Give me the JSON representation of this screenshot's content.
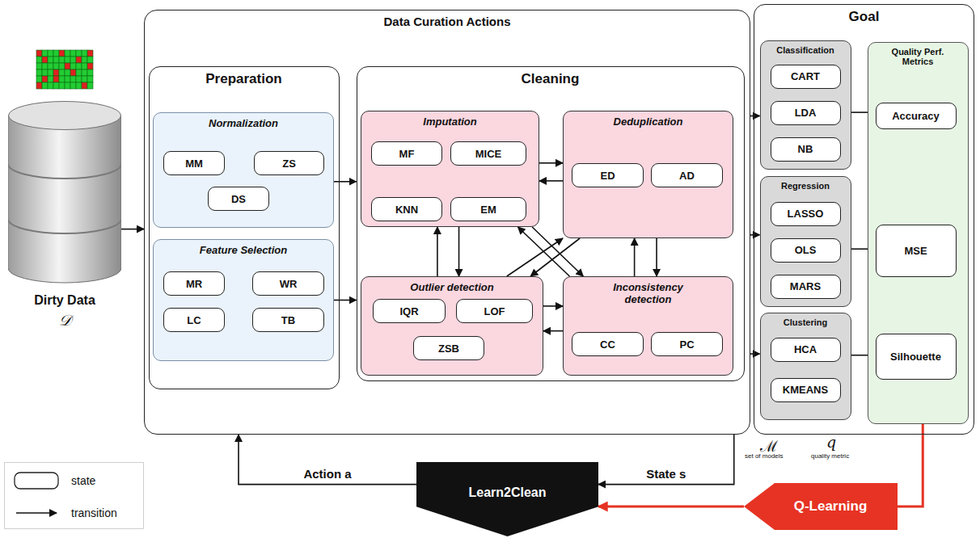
{
  "diagram": {
    "nodes": [
      {
        "text": [
          "Dirty Data",
          "𝒟"
        ]
      },
      {
        "text": [
          "Data Curation Actions"
        ]
      },
      {
        "text": [
          "Preparation"
        ],
        "in": 1
      },
      {
        "text": [
          "Normalization"
        ],
        "in": 2
      },
      {
        "text": [
          "MM"
        ],
        "in": 3
      },
      {
        "text": [
          "ZS"
        ],
        "in": 3
      },
      {
        "text": [
          "DS"
        ],
        "in": 3
      },
      {
        "text": [
          "Feature Selection"
        ],
        "in": 2
      },
      {
        "text": [
          "MR"
        ],
        "in": 7
      },
      {
        "text": [
          "WR"
        ],
        "in": 7
      },
      {
        "text": [
          "LC"
        ],
        "in": 7
      },
      {
        "text": [
          "TB"
        ],
        "in": 7
      },
      {
        "text": [
          "Cleaning"
        ],
        "in": 1
      },
      {
        "text": [
          "Imputation"
        ],
        "in": 12
      },
      {
        "text": [
          "MF"
        ],
        "in": 13
      },
      {
        "text": [
          "MICE"
        ],
        "in": 13
      },
      {
        "text": [
          "KNN"
        ],
        "in": 13
      },
      {
        "text": [
          "EM"
        ],
        "in": 13
      },
      {
        "text": [
          "Deduplication"
        ],
        "in": 12
      },
      {
        "text": [
          "ED"
        ],
        "in": 18
      },
      {
        "text": [
          "AD"
        ],
        "in": 18
      },
      {
        "text": [
          "Outlier detection"
        ],
        "in": 12
      },
      {
        "text": [
          "IQR"
        ],
        "in": 21
      },
      {
        "text": [
          "LOF"
        ],
        "in": 21
      },
      {
        "text": [
          "ZSB"
        ],
        "in": 21
      },
      {
        "text": [
          "Inconsistency detection"
        ],
        "in": 12
      },
      {
        "text": [
          "CC"
        ],
        "in": 25
      },
      {
        "text": [
          "PC"
        ],
        "in": 25
      },
      {
        "text": [
          "Goal"
        ]
      },
      {
        "text": [
          "Classification"
        ],
        "in": 28
      },
      {
        "text": [
          "CART"
        ],
        "in": 29
      },
      {
        "text": [
          "LDA"
        ],
        "in": 29
      },
      {
        "text": [
          "NB"
        ],
        "in": 29
      },
      {
        "text": [
          "Regression"
        ],
        "in": 28
      },
      {
        "text": [
          "LASSO"
        ],
        "in": 33
      },
      {
        "text": [
          "OLS"
        ],
        "in": 33
      },
      {
        "text": [
          "MARS"
        ],
        "in": 33
      },
      {
        "text": [
          "Clustering"
        ],
        "in": 28
      },
      {
        "text": [
          "HCA"
        ],
        "in": 37
      },
      {
        "text": [
          "KMEANS"
        ],
        "in": 37
      },
      {
        "text": [
          "Quality Perf. Metrics"
        ],
        "in": 28
      },
      {
        "text": [
          "Accuracy"
        ],
        "in": 40
      },
      {
        "text": [
          "MSE"
        ],
        "in": 40
      },
      {
        "text": [
          "Silhouette"
        ],
        "in": 40
      },
      {
        "text": [
          "Learn2Clean"
        ]
      },
      {
        "text": [
          "Q-Learning"
        ]
      }
    ],
    "edges": [
      {
        "from": 0,
        "to": 1,
        "arrow": "to"
      },
      {
        "from": 3,
        "to": 12,
        "arrow": "to"
      },
      {
        "from": 7,
        "to": 12,
        "arrow": "to"
      },
      {
        "from": 13,
        "to": 18,
        "arrow": "to"
      },
      {
        "from": 18,
        "to": 13,
        "arrow": "to"
      },
      {
        "from": 13,
        "to": 21,
        "arrow": "to"
      },
      {
        "from": 21,
        "to": 13,
        "arrow": "to"
      },
      {
        "from": 18,
        "to": 25,
        "arrow": "to"
      },
      {
        "from": 25,
        "to": 18,
        "arrow": "to"
      },
      {
        "from": 21,
        "to": 25,
        "arrow": "to"
      },
      {
        "from": 25,
        "to": 21,
        "arrow": "to"
      },
      {
        "from": 13,
        "to": 25,
        "arrow": "to"
      },
      {
        "from": 25,
        "to": 13,
        "arrow": "to"
      },
      {
        "from": 18,
        "to": 21,
        "arrow": "to"
      },
      {
        "from": 21,
        "to": 18,
        "arrow": "to"
      },
      {
        "from": 1,
        "to": 29,
        "arrow": "to"
      },
      {
        "from": 1,
        "to": 33,
        "arrow": "to"
      },
      {
        "from": 1,
        "to": 37,
        "arrow": "to"
      },
      {
        "from": 29,
        "to": 41,
        "arrow": "to"
      },
      {
        "from": 33,
        "to": 42,
        "arrow": "to"
      },
      {
        "from": 37,
        "to": 43,
        "arrow": "to"
      },
      {
        "from": 1,
        "to": 44,
        "label": "State s",
        "arrow": "to"
      },
      {
        "from": 44,
        "to": 1,
        "label": "Action a",
        "arrow": "to"
      },
      {
        "from": 40,
        "to": 45,
        "arrow": "none"
      },
      {
        "from": 45,
        "to": 44,
        "arrow": "to"
      }
    ],
    "labels": [
      "ℳ",
      "set of models",
      "q",
      "quality metric"
    ],
    "legend": [
      {
        "text": "state"
      },
      {
        "text": "transition"
      }
    ]
  }
}
